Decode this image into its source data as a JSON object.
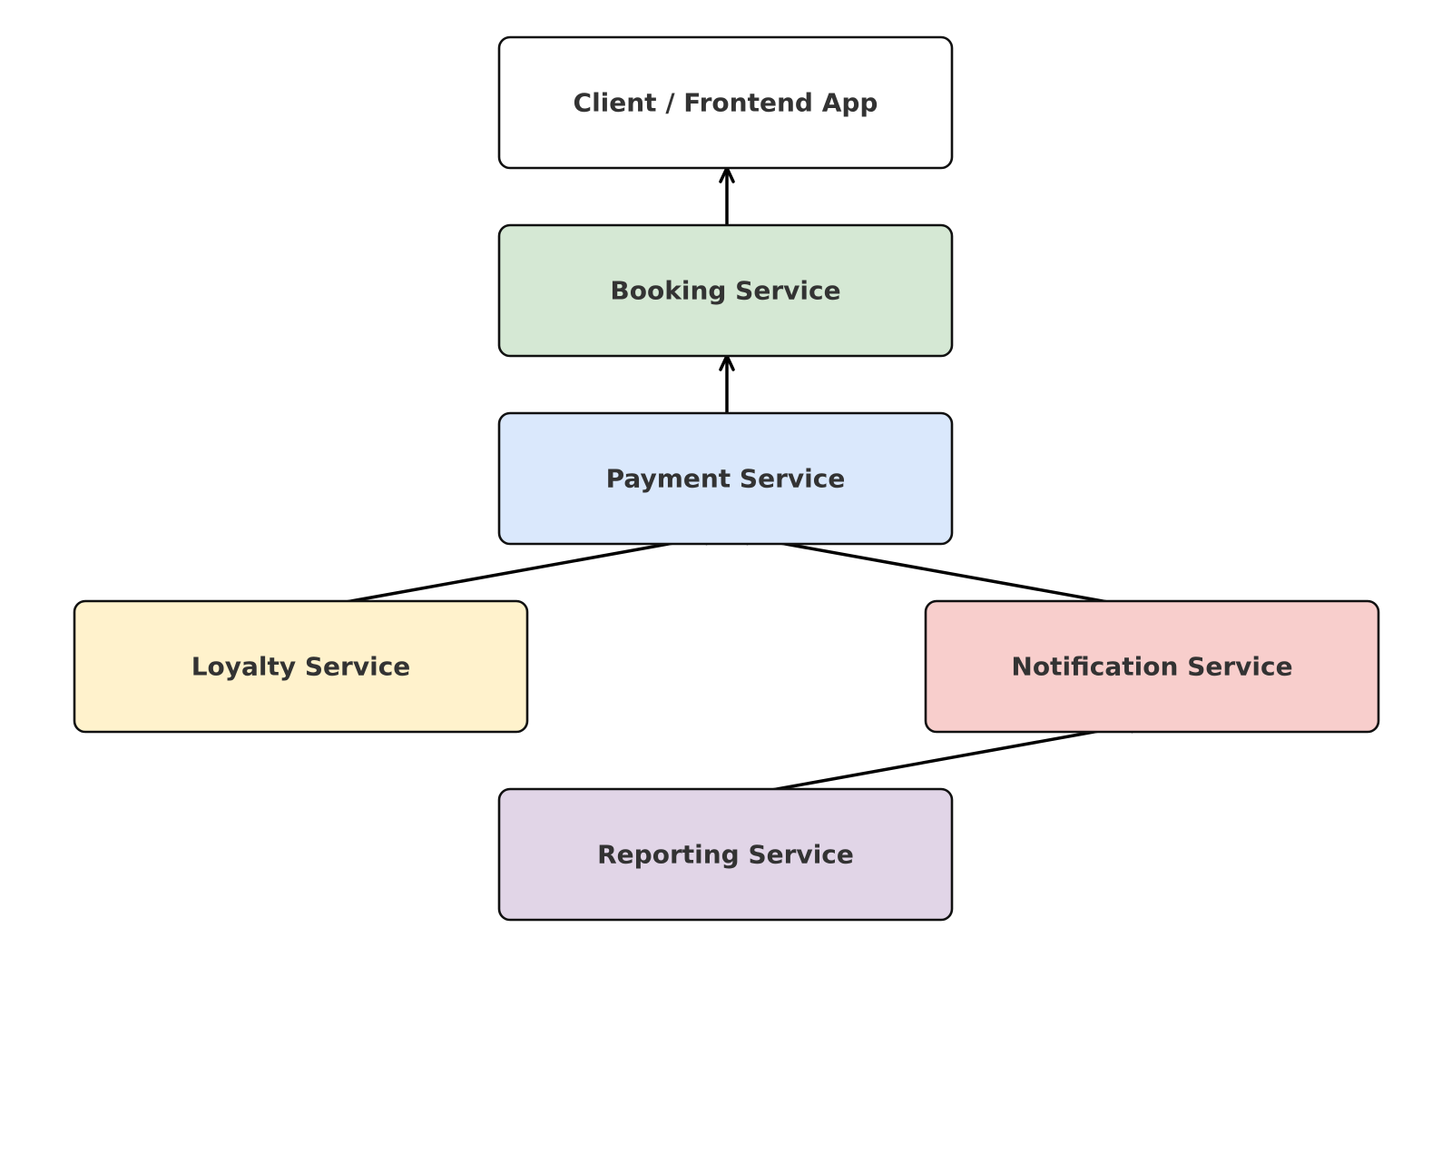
{
  "diagram": {
    "nodes": [
      {
        "id": "client",
        "label": "Client / Frontend App",
        "fill": "#ffffff"
      },
      {
        "id": "booking",
        "label": "Booking Service",
        "fill": "#d5e8d4"
      },
      {
        "id": "payment",
        "label": "Payment Service",
        "fill": "#dae8fc"
      },
      {
        "id": "loyalty",
        "label": "Loyalty Service",
        "fill": "#fff2cc"
      },
      {
        "id": "notification",
        "label": "Notification Service",
        "fill": "#f8cecc"
      },
      {
        "id": "reporting",
        "label": "Reporting Service",
        "fill": "#e1d5e7"
      }
    ],
    "edges": [
      {
        "from": "booking",
        "to": "client"
      },
      {
        "from": "payment",
        "to": "booking"
      },
      {
        "from": "loyalty",
        "to": "payment"
      },
      {
        "from": "notification",
        "to": "payment"
      },
      {
        "from": "reporting",
        "to": "notification"
      }
    ],
    "colors": {
      "border": "#111111",
      "arrow": "#000000",
      "text": "#333333"
    }
  }
}
